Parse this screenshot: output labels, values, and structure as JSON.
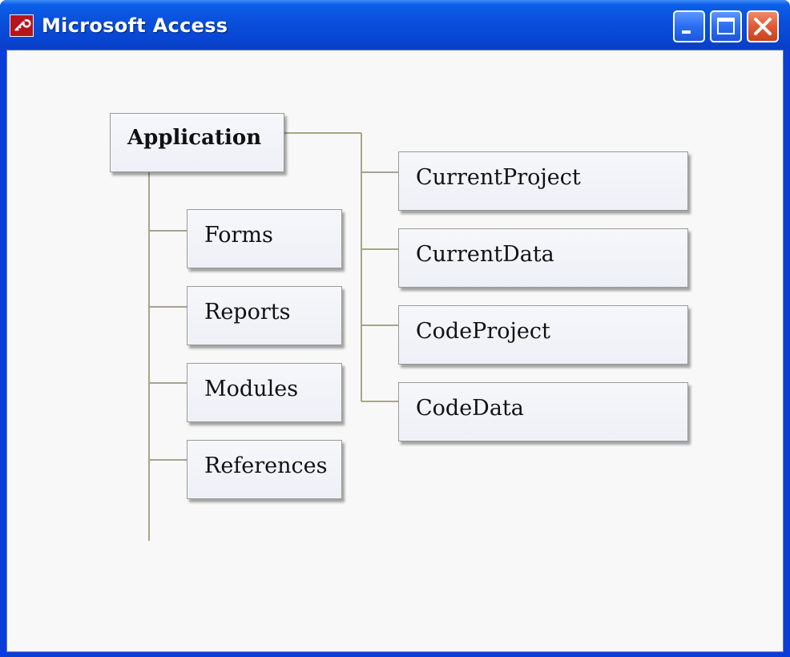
{
  "window": {
    "title": "Microsoft Access",
    "icons": {
      "app": "access-key-icon",
      "minimize": "minimize-icon",
      "maximize": "maximize-icon",
      "close": "close-icon"
    },
    "colors": {
      "titlebar": "#0a4fdb",
      "close_button": "#e05a35",
      "connector": "#a8a48a"
    }
  },
  "diagram": {
    "root": "Application",
    "left_children": [
      "Forms",
      "Reports",
      "Modules",
      "References"
    ],
    "right_children": [
      "CurrentProject",
      "CurrentData",
      "CodeProject",
      "CodeData"
    ]
  }
}
